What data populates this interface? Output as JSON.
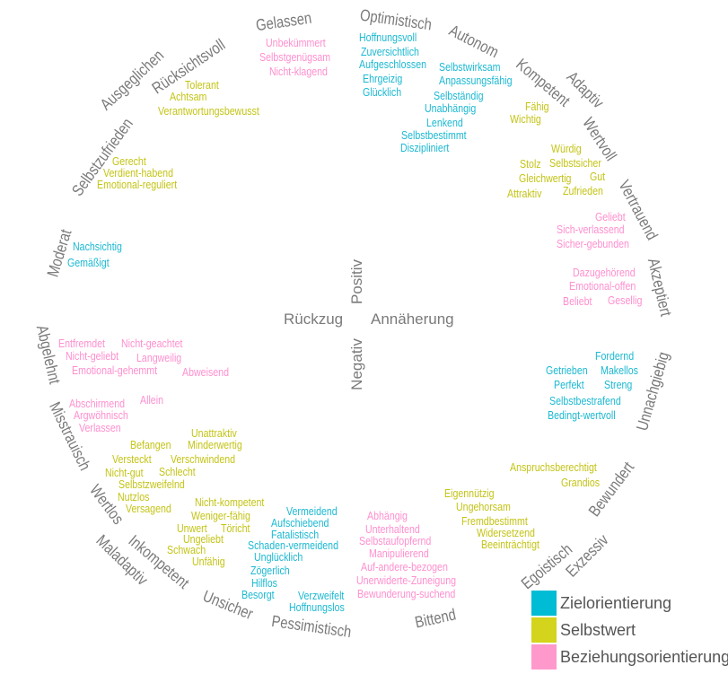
{
  "ring_labels": [
    "Gelassen",
    "Optimistisch",
    "Autonom",
    "Kompetent",
    "Adaptiv",
    "Wertvoll",
    "Vertrauend",
    "Akzeptiert",
    "Unnachgiebig",
    "Bewundert",
    "Exzessiv",
    "Egoistisch",
    "Bittend",
    "Pessimistisch",
    "Unsicher",
    "Inkompetent",
    "Maladaptiv",
    "Wertlos",
    "Misstrauisch",
    "Abgelehnt",
    "Moderat",
    "Selbstzufrieden",
    "Ausgeglichen",
    "Rücksichtsvoll"
  ],
  "axes": {
    "positiv": "Positiv",
    "negativ": "Negativ",
    "rueckzug": "Rückzug",
    "annaeherung": "Annäherung"
  },
  "ziel": [
    "Hoffnungsvoll",
    "Zuversichtlich",
    "Aufgeschlossen",
    "Ehrgeizig",
    "Glücklich",
    "Selbstwirksam",
    "Anpassungsfähig",
    "Selbständig",
    "Unabhängig",
    "Lenkend",
    "Selbstbestimmt",
    "Diszipliniert",
    "Nachsichtig",
    "Gemäßigt",
    "Fordernd",
    "Getrieben",
    "Makellos",
    "Perfekt",
    "Streng",
    "Selbstbestrafend",
    "Bedingt-wertvoll",
    "Vermeidend",
    "Aufschiebend",
    "Fatalistisch",
    "Schaden-vermeidend",
    "Unglücklich",
    "Zögerlich",
    "Hilflos",
    "Besorgt",
    "Verzweifelt",
    "Hoffnungslos"
  ],
  "selbst": [
    "Tolerant",
    "Achtsam",
    "Verantwortungsbewusst",
    "Gerecht",
    "Verdient-habend",
    "Emotional-reguliert",
    "Fähig",
    "Wichtig",
    "Würdig",
    "Stolz",
    "Selbstsicher",
    "Gleichwertig",
    "Gut",
    "Attraktiv",
    "Zufrieden",
    "Anspruchsberechtigt",
    "Grandios",
    "Eigennützig",
    "Ungehorsam",
    "Fremdbestimmt",
    "Widersetzend",
    "Beeinträchtigt",
    "Unattraktiv",
    "Befangen",
    "Minderwertig",
    "Versteckt",
    "Verschwindend",
    "Nicht-gut",
    "Schlecht",
    "Selbstzweifelnd",
    "Nutzlos",
    "Versagend",
    "Nicht-kompetent",
    "Weniger-fähig",
    "Unwert",
    "Töricht",
    "Ungeliebt",
    "Schwach",
    "Unfähig"
  ],
  "bez": [
    "Unbekümmert",
    "Selbstgenügsam",
    "Nicht-klagend",
    "Geliebt",
    "Sich-verlassend",
    "Sicher-gebunden",
    "Dazugehörend",
    "Emotional-offen",
    "Beliebt",
    "Gesellig",
    "Entfremdet",
    "Nicht-geachtet",
    "Nicht-geliebt",
    "Langweilig",
    "Emotional-gehemmt",
    "Abweisend",
    "Abschirmend",
    "Allein",
    "Argwöhnisch",
    "Verlassen",
    "Abhängig",
    "Unterhaltend",
    "Selbstaufopfernd",
    "Manipulierend",
    "Auf-andere-bezogen",
    "Unerwiderte-Zuneigung",
    "Bewunderung-suchend"
  ],
  "legend": [
    {
      "label": "Zielorientierung",
      "color": "#00bcd4"
    },
    {
      "label": "Selbstwert",
      "color": "#d4d41c"
    },
    {
      "label": "Beziehungsorientierung",
      "color": "#ff99cc"
    }
  ]
}
